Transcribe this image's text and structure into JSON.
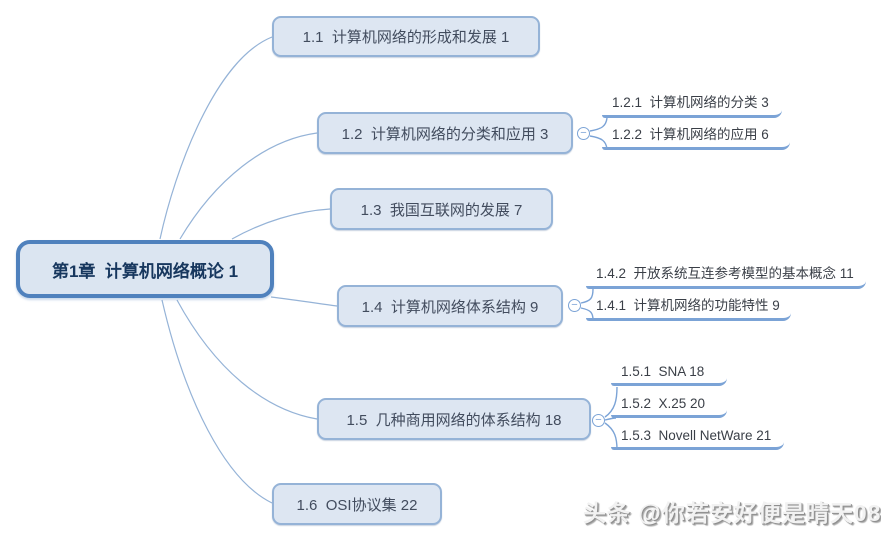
{
  "colors": {
    "root_border": "#4f81bd",
    "root_fill": "#dbe5f1",
    "root_text": "#17375e",
    "branch_border": "#95b3d7",
    "branch_fill": "#dde6f2",
    "branch_text": "#424c5e",
    "subtopic_underline": "#7ba3d6",
    "connector": "#95b3d7"
  },
  "icons": {
    "collapse": "−"
  },
  "map": {
    "root": {
      "label": "第1章  计算机网络概论 1"
    },
    "branches": [
      {
        "label": "1.1  计算机网络的形成和发展 1",
        "children": []
      },
      {
        "label": "1.2  计算机网络的分类和应用 3",
        "children": [
          {
            "label": "1.2.1  计算机网络的分类 3"
          },
          {
            "label": "1.2.2  计算机网络的应用 6"
          }
        ]
      },
      {
        "label": "1.3  我国互联网的发展 7",
        "children": []
      },
      {
        "label": "1.4  计算机网络体系结构 9",
        "children": [
          {
            "label": "1.4.2  开放系统互连参考模型的基本概念 11"
          },
          {
            "label": "1.4.1  计算机网络的功能特性 9"
          }
        ]
      },
      {
        "label": "1.5  几种商用网络的体系结构 18",
        "children": [
          {
            "label": "1.5.1  SNA 18"
          },
          {
            "label": "1.5.2  X.25 20"
          },
          {
            "label": "1.5.3  Novell NetWare 21"
          }
        ]
      },
      {
        "label": "1.6  OSI协议集 22",
        "children": []
      }
    ]
  },
  "watermark": {
    "text": "头条 @你若安好便是晴天08"
  }
}
